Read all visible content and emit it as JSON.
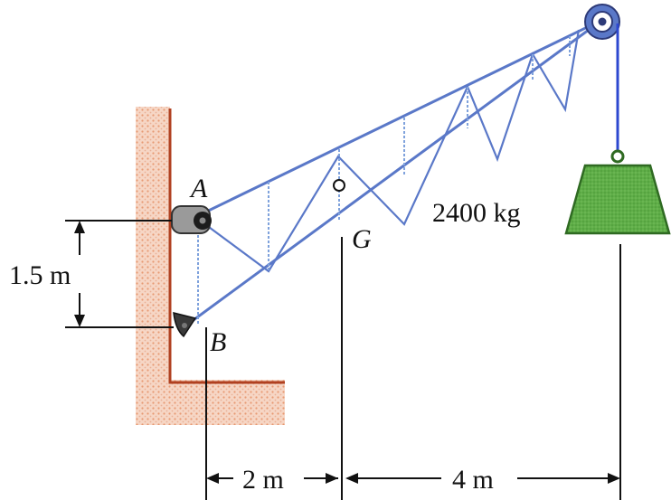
{
  "diagram": {
    "points": {
      "A": "A",
      "B": "B",
      "G": "G"
    },
    "load_label": "2400 kg",
    "dimensions": {
      "vertical": "1.5 m",
      "horizontal_1": "2 m",
      "horizontal_2": "4 m"
    }
  },
  "colors": {
    "truss": "#5a78c8",
    "truss_inner": "#7fa2dc",
    "cable": "#2d48d0",
    "weight_fill": "#5fae48",
    "weight_edge": "#2f6a22",
    "wall_hatch": "#e9a07c",
    "wall_edge": "#b04020",
    "lines": "#111111"
  },
  "icons": {
    "pulley": "pulley-icon",
    "weight": "weight-icon",
    "pin": "pin-support-icon",
    "rocker": "rocker-support-icon"
  }
}
